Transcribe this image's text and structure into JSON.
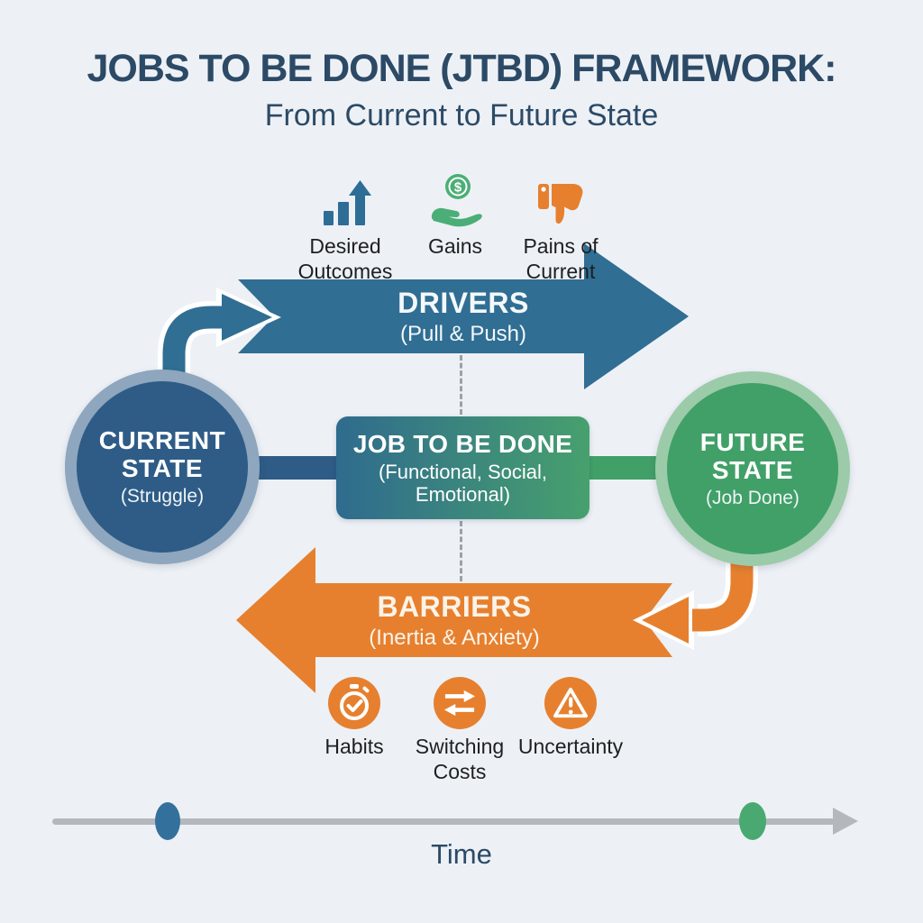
{
  "colors": {
    "background": "#edf1f6",
    "navy": "#2c4a66",
    "steel": "#306e93",
    "steel-dark": "#2e5c87",
    "ring-blue": "#8ea6be",
    "green": "#41a068",
    "ring-green": "#9ccba9",
    "gains": "#4bae76",
    "orange": "#e6802f",
    "ink": "#1d1f21",
    "tlgray": "#b4b8bd",
    "dash": "#9aa1a8"
  },
  "title": {
    "line1": "JOBS TO BE DONE (JTBD) FRAMEWORK:",
    "line2": "From Current to Future State"
  },
  "drivers_section": {
    "factors": [
      {
        "icon": "bar-chart-growth-icon",
        "label": "Desired\nOutcomes"
      },
      {
        "icon": "hand-coin-icon",
        "label": "Gains"
      },
      {
        "icon": "thumbs-down-icon",
        "label": "Pains of\nCurrent"
      }
    ],
    "arrow": {
      "label": "DRIVERS",
      "sublabel": "(Pull & Push)"
    }
  },
  "current_state": {
    "label": "CURRENT\nSTATE",
    "sublabel": "(Struggle)"
  },
  "job_to_be_done": {
    "label": "JOB TO BE DONE",
    "sublabel": "(Functional, Social,\nEmotional)"
  },
  "future_state": {
    "label": "FUTURE\nSTATE",
    "sublabel": "(Job Done)"
  },
  "barriers_section": {
    "arrow": {
      "label": "BARRIERS",
      "sublabel": "(Inertia & Anxiety)"
    },
    "factors": [
      {
        "icon": "stopwatch-check-icon",
        "label": "Habits"
      },
      {
        "icon": "switch-arrows-icon",
        "label": "Switching\nCosts"
      },
      {
        "icon": "warning-triangle-icon",
        "label": "Uncertainty"
      }
    ]
  },
  "timeline": {
    "label": "Time"
  }
}
